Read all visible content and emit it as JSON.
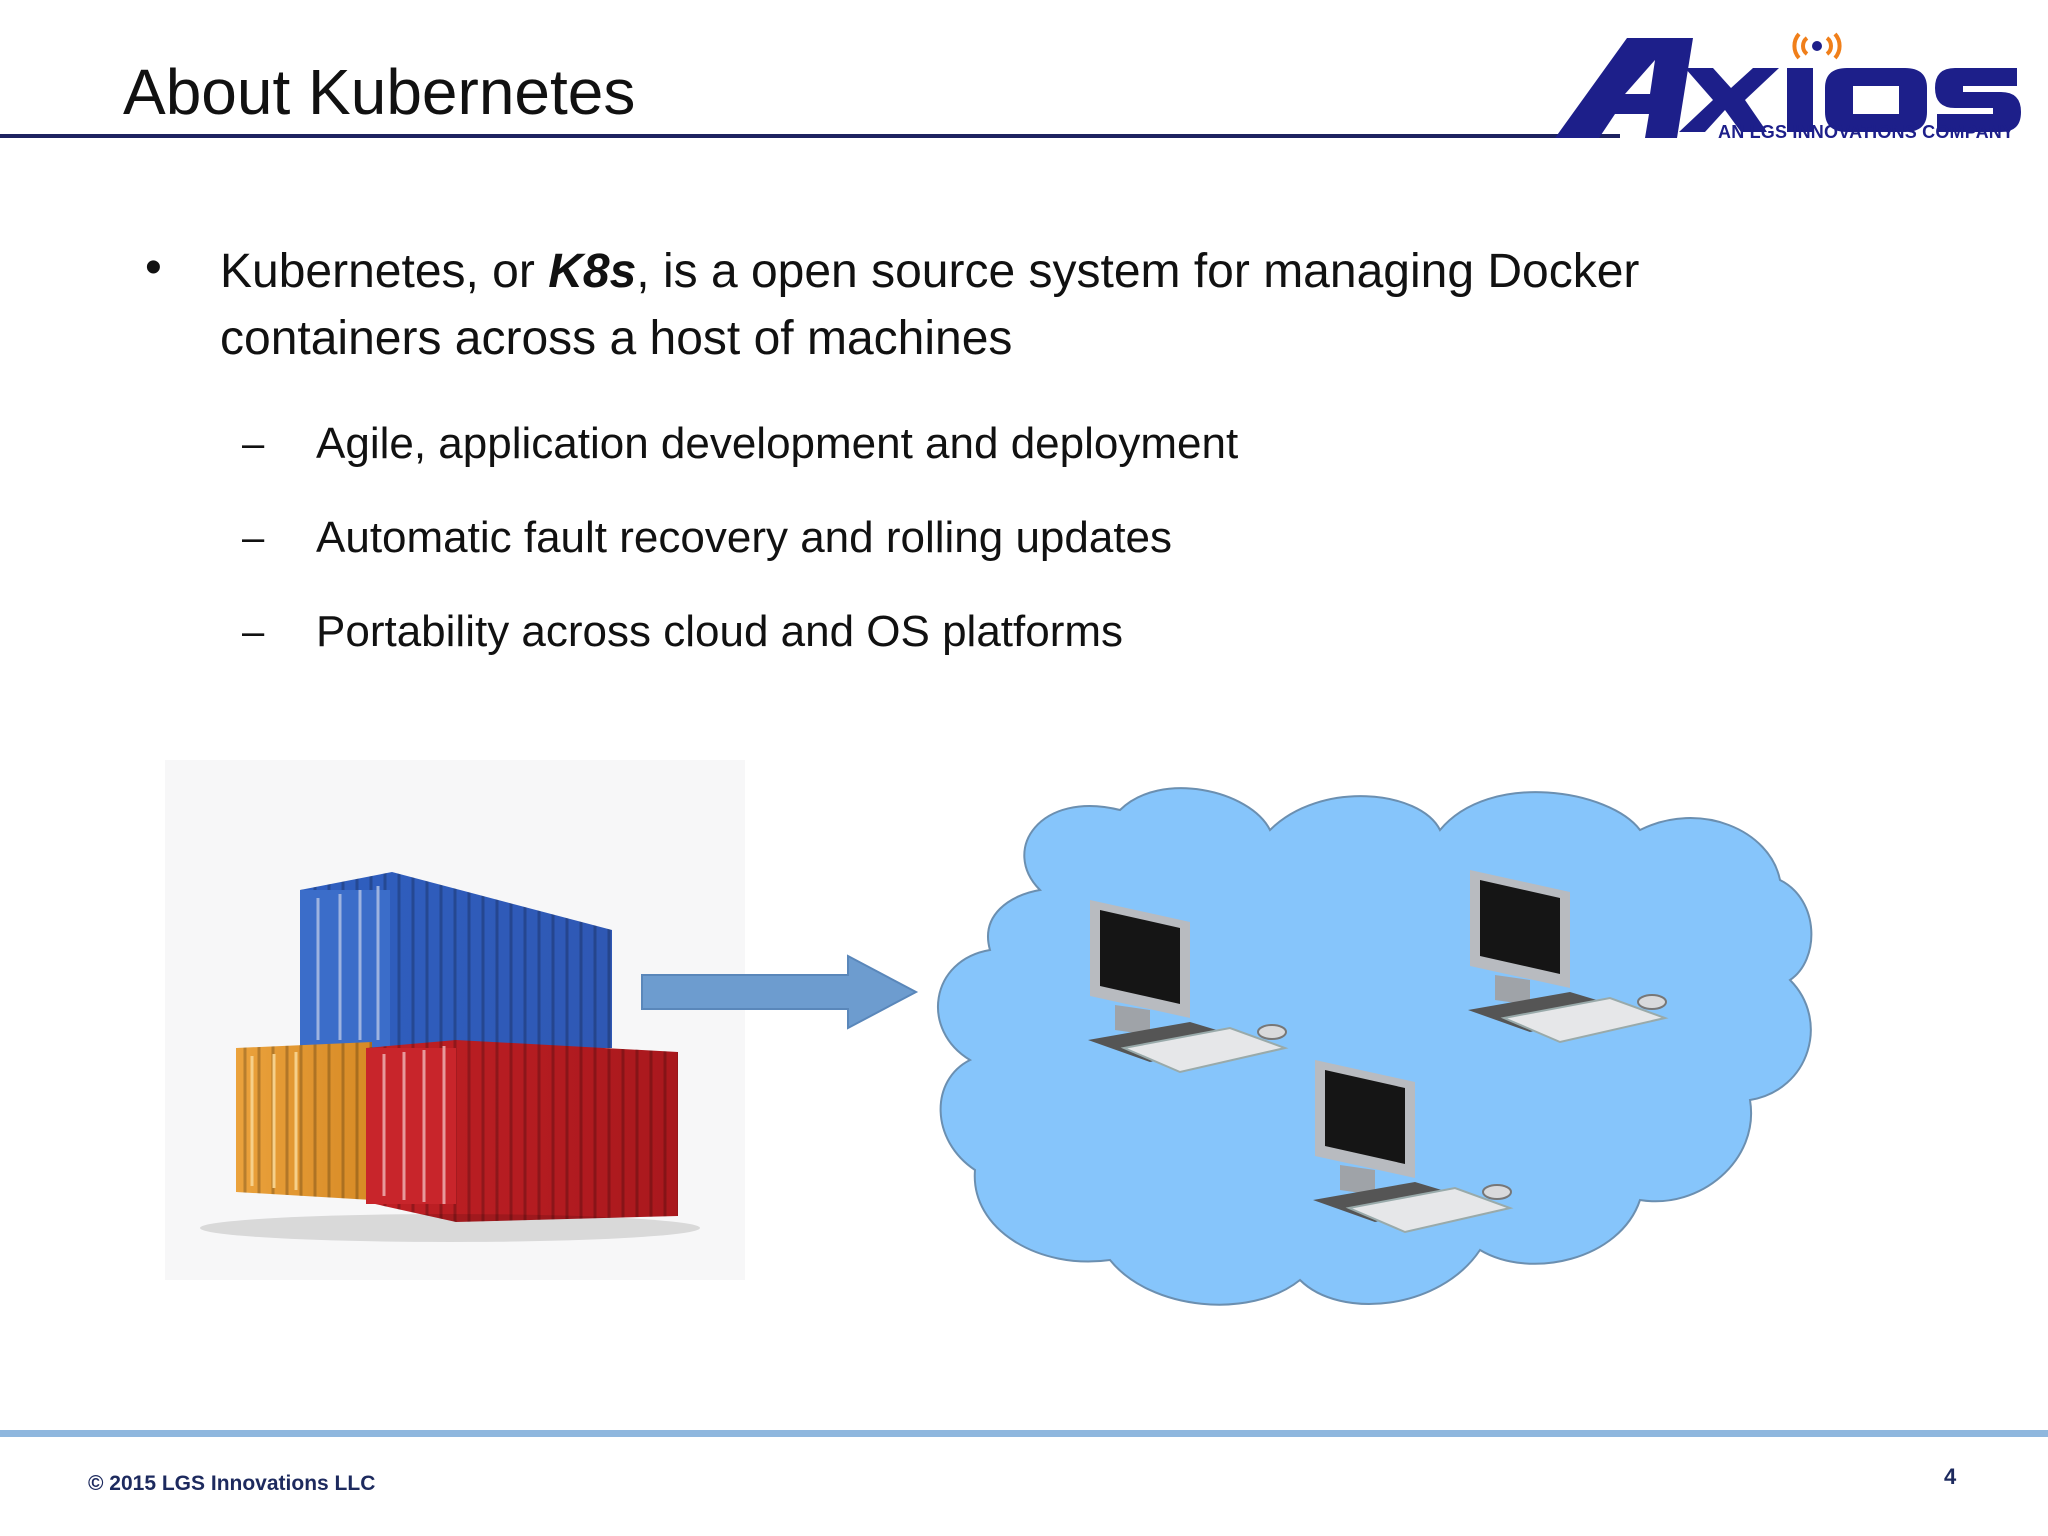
{
  "slide": {
    "title": "About Kubernetes",
    "page_number": "4",
    "copyright": "© 2015 LGS Innovations LLC"
  },
  "logo": {
    "wordmark": "Axios",
    "tagline": "AN LGS INNOVATIONS COMPANY",
    "colors": {
      "primary": "#1d1f8a",
      "signal": "#f07f1a"
    }
  },
  "content": {
    "bullet": {
      "prefix": "Kubernetes, or ",
      "emphasis": "K8s",
      "suffix": ", is a open source system for managing Docker containers across a host of machines"
    },
    "sub_bullets": [
      "Agile, application development and deployment",
      "Automatic fault recovery and rolling updates",
      "Portability across cloud and OS platforms"
    ]
  },
  "illustration": {
    "left_image": "shipping-containers",
    "arrow": "arrow-right-icon",
    "right_image": "computer-cloud",
    "colors": {
      "cloud": "#86c5fb",
      "arrow": "#6d9ccf"
    }
  }
}
